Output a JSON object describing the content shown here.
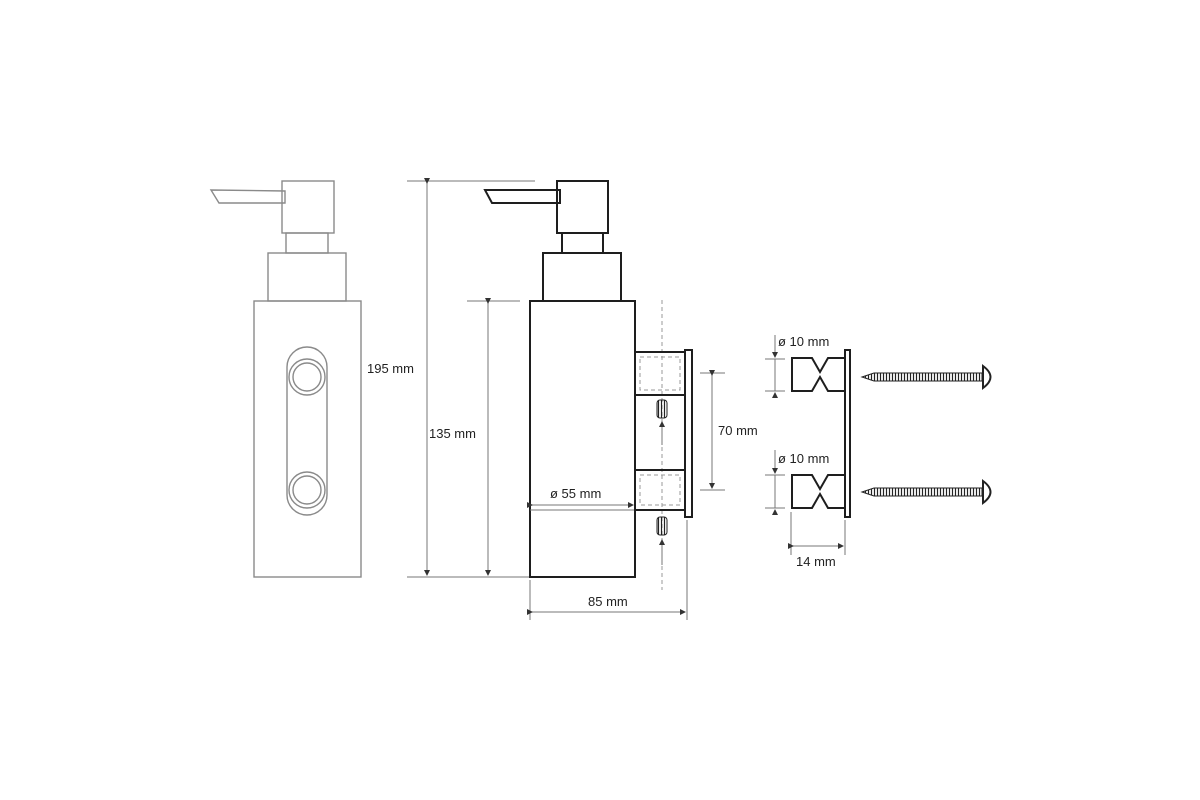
{
  "dimensions": {
    "total_height": "195 mm",
    "body_height": "135 mm",
    "body_diameter": "ø 55 mm",
    "mount_spacing": "70 mm",
    "total_depth": "85 mm",
    "anchor_diameter_top": "ø 10 mm",
    "anchor_diameter_bottom": "ø 10 mm",
    "anchor_length": "14 mm"
  },
  "colors": {
    "line": "#1e1e1e",
    "front_view": "#8a8a8a",
    "dimension": "#777777"
  }
}
